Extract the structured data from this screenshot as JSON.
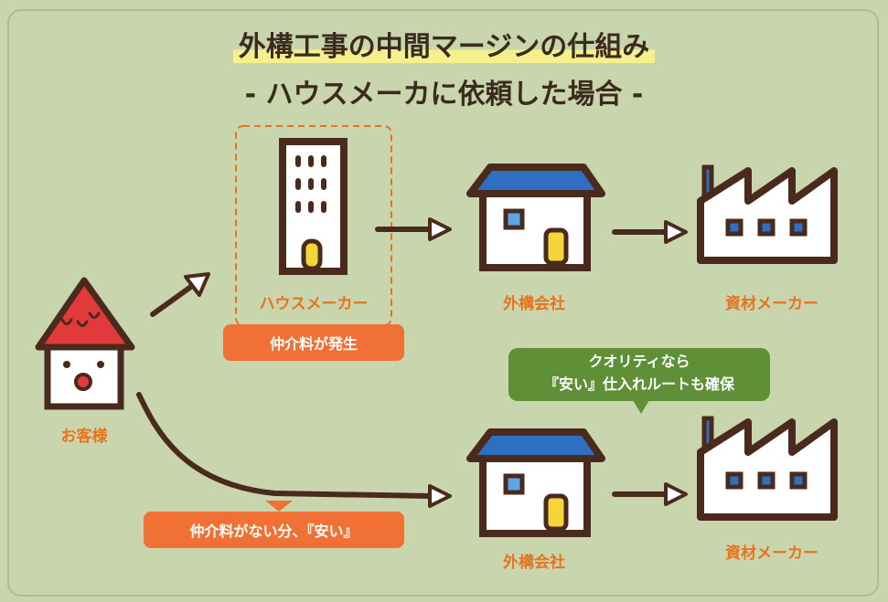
{
  "title": {
    "line1": "外構工事の中間マージンの仕組み",
    "line2": "- ハウスメーカに依頼した場合 -"
  },
  "nodes": {
    "customer": "お客様",
    "house_maker": "ハウスメーカー",
    "contractor_top": "外構会社",
    "supplier_top": "資材メーカー",
    "contractor_bottom": "外構会社",
    "supplier_bottom": "資材メーカー"
  },
  "badges": {
    "fee_occurs": "仲介料が発生",
    "no_fee_cheaper": "仲介料がない分、『安い』"
  },
  "callout": {
    "line1": "クオリティなら",
    "line2": "『安い』仕入れルートも確保"
  },
  "colors": {
    "background": "#c9d6ad",
    "outline": "#4a2a1c",
    "accent_orange": "#f07035",
    "label_orange": "#e8731e",
    "roof_red": "#e23a3a",
    "roof_blue": "#2f6fc1",
    "window_yellow": "#f5d63a",
    "callout_green": "#5f8f37",
    "highlight_yellow": "#f5f08c"
  },
  "icons": [
    "customer-house-icon",
    "office-building-icon",
    "contractor-house-icon",
    "factory-icon",
    "arrow-icon"
  ]
}
